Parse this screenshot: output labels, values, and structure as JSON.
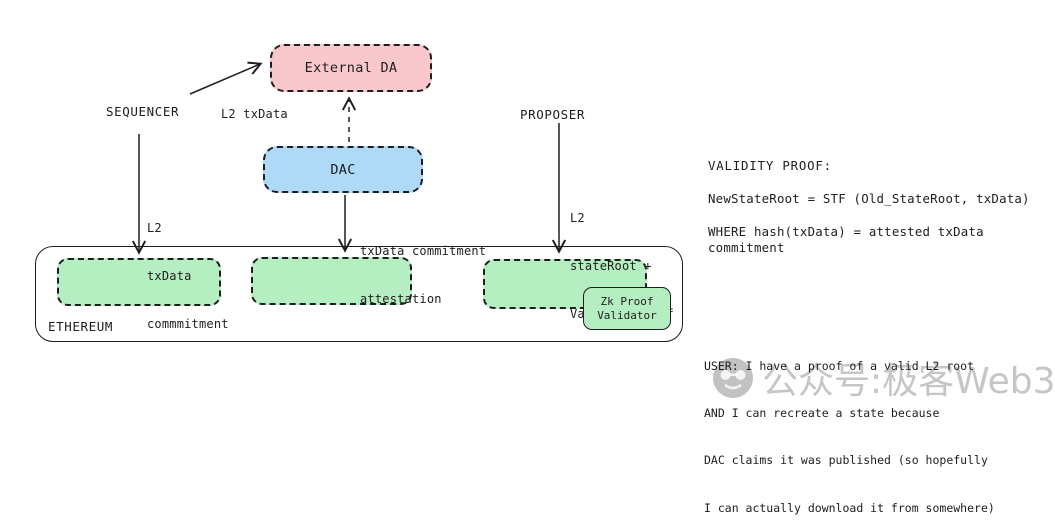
{
  "colors": {
    "stroke": "#1e1e1e",
    "external_da_fill": "#f8c8cc",
    "dac_fill": "#aed9f7",
    "green_fill": "#b5eec0",
    "watermark_gray": "#c6c6c6"
  },
  "nodes": {
    "external_da": "External DA",
    "dac": "DAC",
    "ethereum": "ETHEREUM",
    "zk_validator": [
      "Zk Proof",
      "Validator"
    ]
  },
  "actors": {
    "sequencer": "SEQUENCER",
    "proposer": "PROPOSER"
  },
  "edges": {
    "l2_txdata": "L2 txData",
    "sequencer_to_l1": [
      "L2",
      "txData",
      "commmitment"
    ],
    "dac_to_l1": [
      "txData commitment",
      "attestation"
    ],
    "proposer_to_l1": [
      "L2",
      "stateRoot +",
      "Validity Proof"
    ]
  },
  "validity_note": {
    "title": "VALIDITY PROOF:",
    "formula": "NewStateRoot = STF (Old_StateRoot, txData)",
    "where_line1": "WHERE hash(txData) = attested txData",
    "where_line2": "commitment"
  },
  "user_note": {
    "line1": "USER: I have a proof of a valid L2 root",
    "line2": "AND I can recreate a state because",
    "line3": "DAC claims it was published (so hopefully",
    "line4": "I can actually download it from somewhere)"
  },
  "watermark": {
    "text": "公众号:极客Web3"
  }
}
